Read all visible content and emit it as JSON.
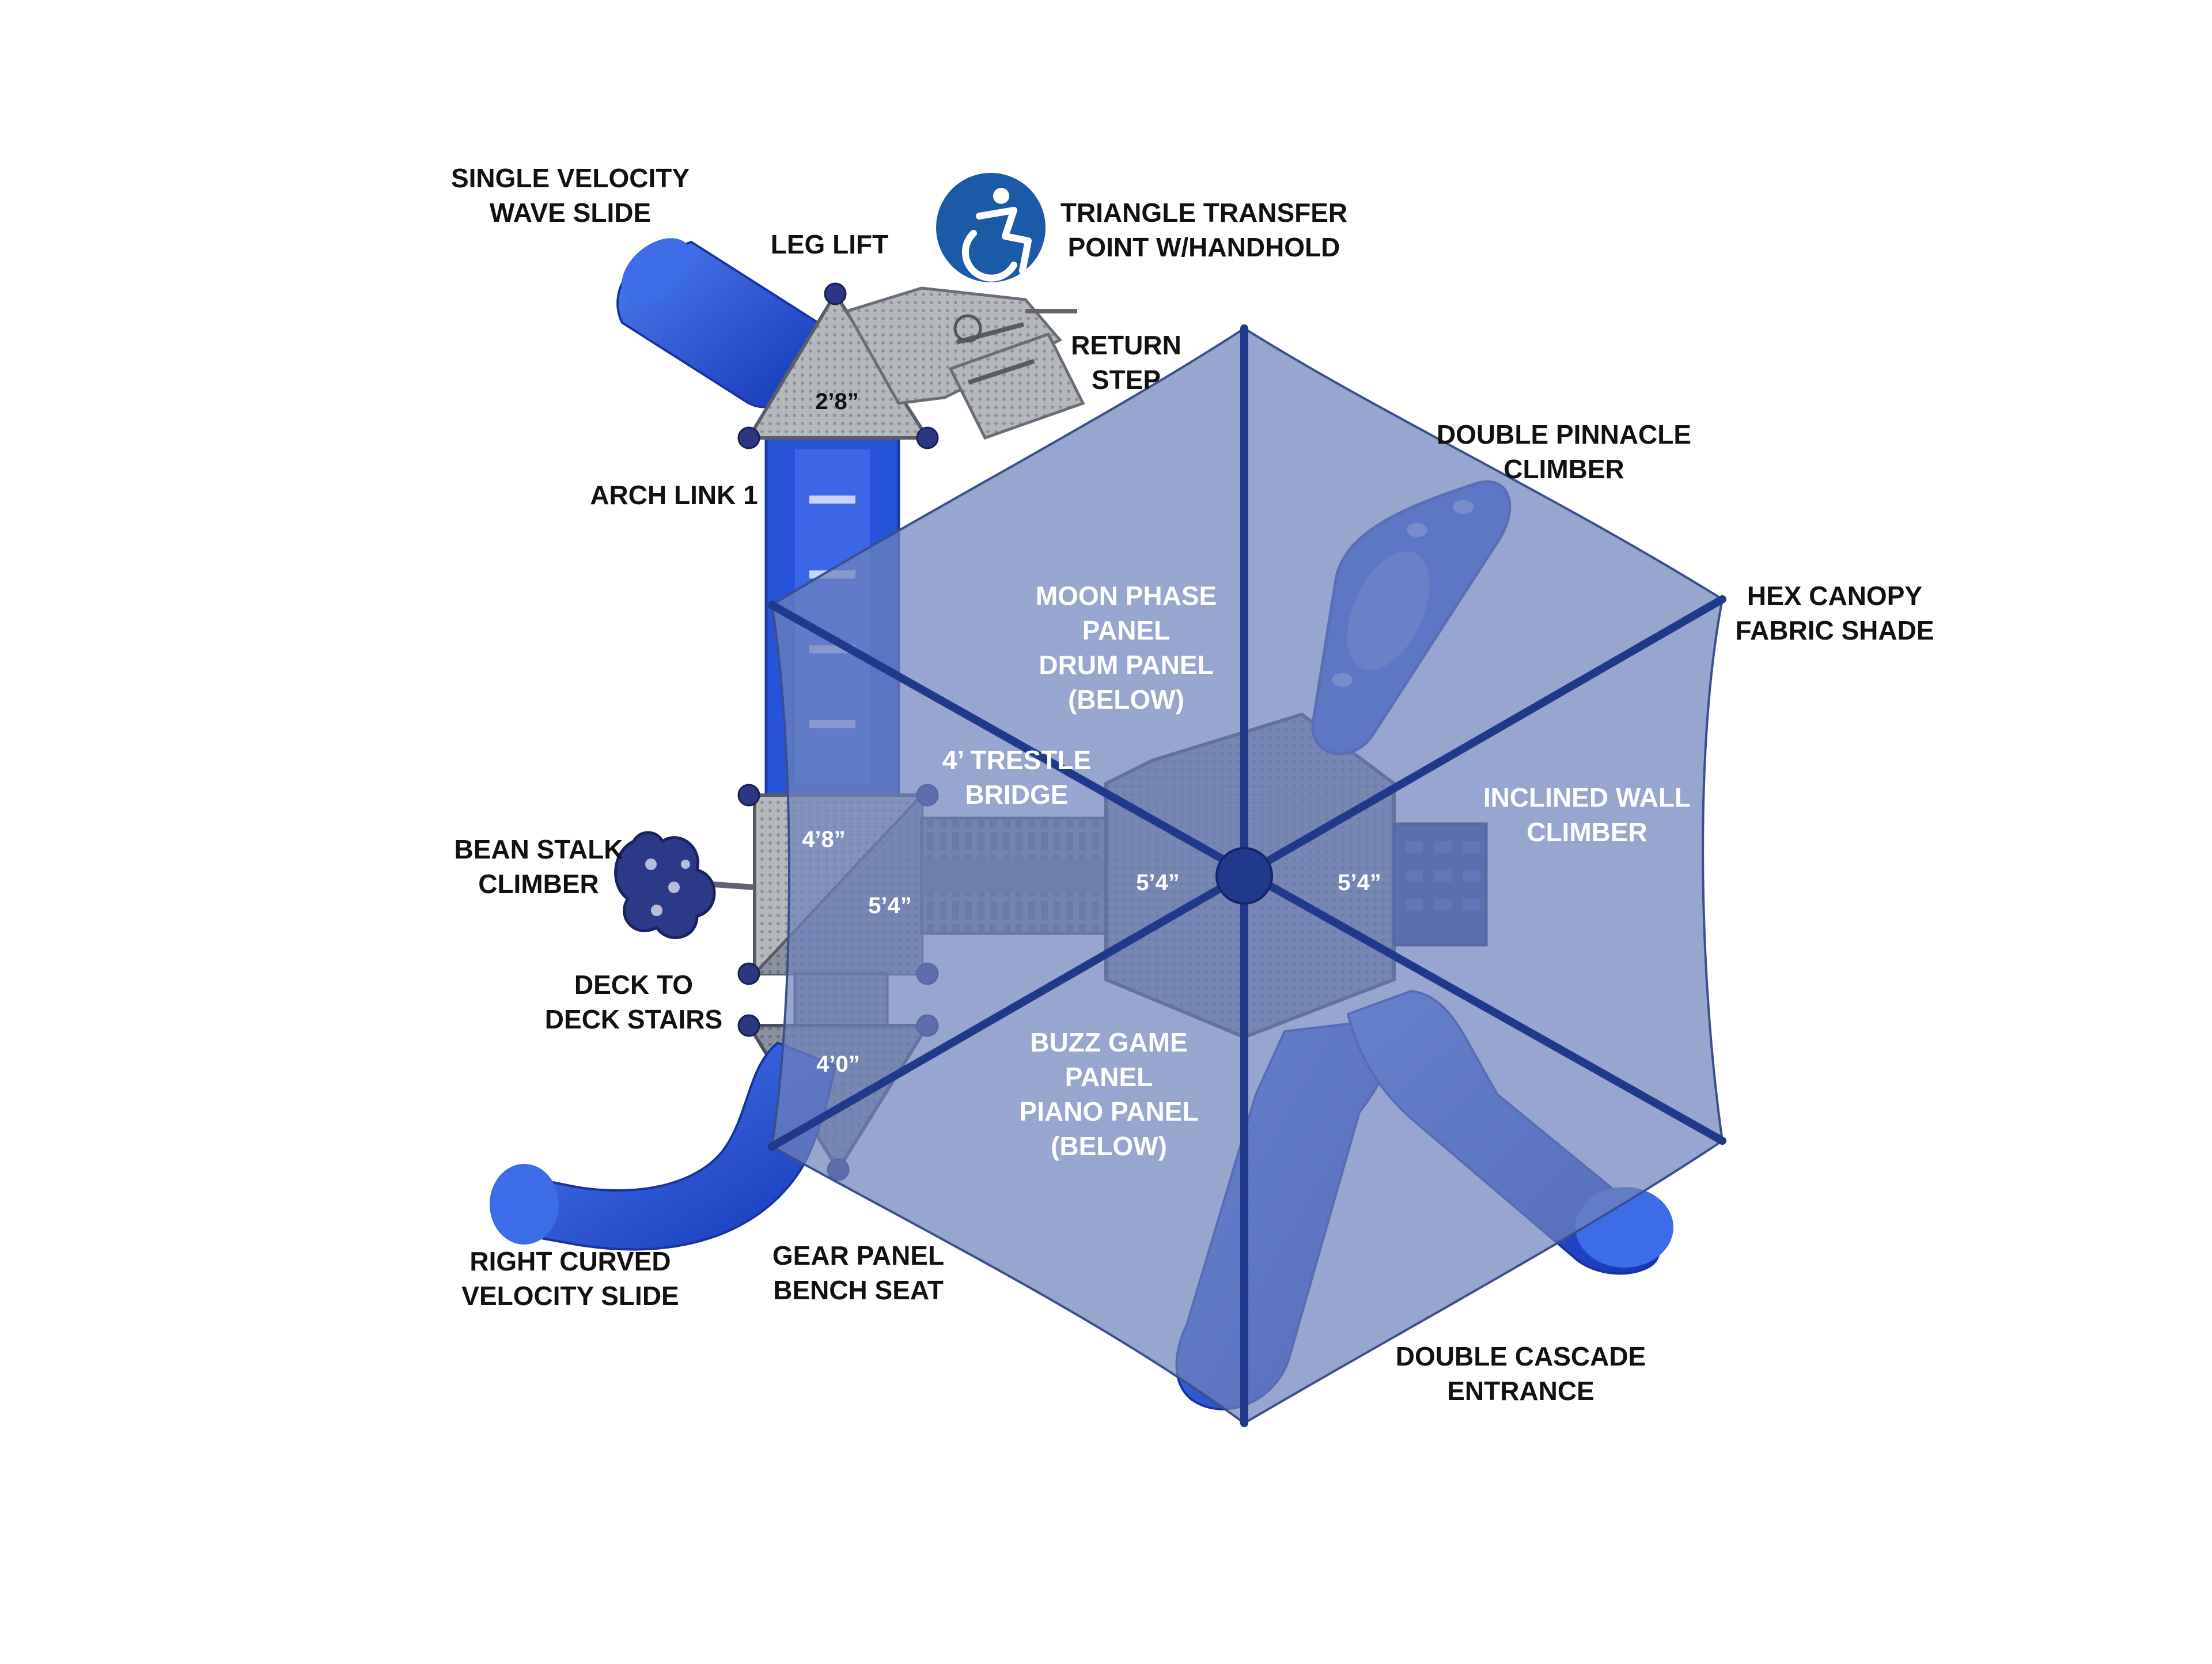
{
  "labels": {
    "single_velocity_wave_slide": [
      "SINGLE VELOCITY",
      "WAVE SLIDE"
    ],
    "leg_lift": [
      "LEG LIFT"
    ],
    "triangle_transfer_point": [
      "TRIANGLE TRANSFER",
      "POINT W/HANDHOLD"
    ],
    "return_step": [
      "RETURN",
      "STEP"
    ],
    "double_pinnacle_climber": [
      "DOUBLE PINNACLE",
      "CLIMBER"
    ],
    "arch_link_1": [
      "ARCH LINK 1"
    ],
    "moon_phase_panel": [
      "MOON PHASE",
      "PANEL",
      "DRUM PANEL",
      "(BELOW)"
    ],
    "hex_canopy_fabric_shade": [
      "HEX CANOPY",
      "FABRIC SHADE"
    ],
    "trestle_bridge": [
      "4’ TRESTLE",
      "BRIDGE"
    ],
    "inclined_wall_climber": [
      "INCLINED WALL",
      "CLIMBER"
    ],
    "bean_stalk_climber": [
      "BEAN STALK",
      "CLIMBER"
    ],
    "deck_to_deck_stairs": [
      "DECK TO",
      "DECK STAIRS"
    ],
    "buzz_game_panel": [
      "BUZZ GAME",
      "PANEL",
      "PIANO PANEL",
      "(BELOW)"
    ],
    "right_curved_velocity_slide": [
      "RIGHT CURVED",
      "VELOCITY SLIDE"
    ],
    "gear_panel_bench_seat": [
      "GEAR PANEL",
      "BENCH SEAT"
    ],
    "double_cascade_entrance": [
      "DOUBLE CASCADE",
      "ENTRANCE"
    ]
  },
  "dimensions": {
    "transfer_deck": "2’8”",
    "square_deck_upper": "4’8”",
    "square_deck_lower": "5’4”",
    "hex_deck_center": "5’4”",
    "hex_deck_right": "5’4”",
    "triangle_deck_bottom": "4’0”"
  },
  "icons": {
    "accessibility": "wheelchair-accessibility-icon"
  },
  "colors": {
    "canopy": "#6f84bb",
    "canopy_pole": "#1f3a8a",
    "slide_blue": "#1f4fd6",
    "deck_gray": "#7d8494",
    "steel_gray": "#a6a9ae",
    "leaf_navy": "#2b3a86",
    "accessibility_badge": "#1a5aa6"
  }
}
